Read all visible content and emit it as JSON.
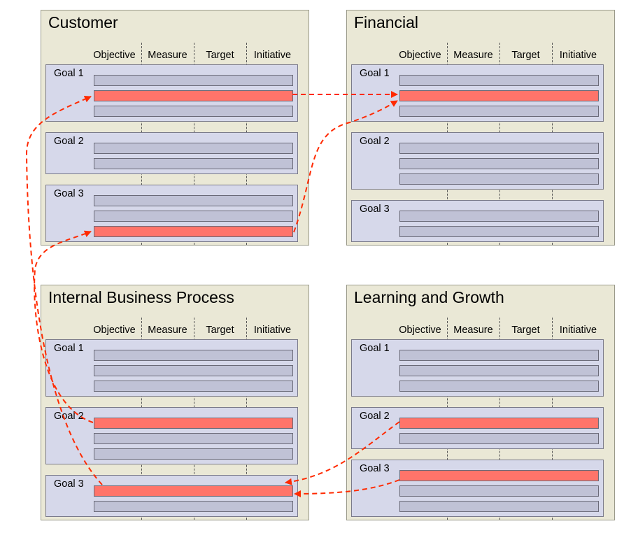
{
  "colors": {
    "panel": "#eae8d6",
    "goal": "#d6d8ea",
    "bar": "#c0c2d6",
    "highlight": "#ff746a",
    "arrow": "#ff2a00"
  },
  "columns": [
    "Objective",
    "Measure",
    "Target",
    "Initiative"
  ],
  "panels": [
    {
      "title": "Customer",
      "goals": [
        {
          "label": "Goal 1",
          "bars": [
            false,
            true,
            false
          ]
        },
        {
          "label": "Goal 2",
          "bars": [
            false,
            false
          ]
        },
        {
          "label": "Goal 3",
          "bars": [
            false,
            false,
            true
          ]
        }
      ]
    },
    {
      "title": "Financial",
      "goals": [
        {
          "label": "Goal 1",
          "bars": [
            false,
            true,
            false
          ]
        },
        {
          "label": "Goal 2",
          "bars": [
            false,
            false,
            false
          ]
        },
        {
          "label": "Goal 3",
          "bars": [
            false,
            false
          ]
        }
      ]
    },
    {
      "title": "Internal Business Process",
      "goals": [
        {
          "label": "Goal 1",
          "bars": [
            false,
            false,
            false
          ]
        },
        {
          "label": "Goal 2",
          "bars": [
            true,
            false,
            false
          ]
        },
        {
          "label": "Goal 3",
          "bars": [
            true,
            false
          ]
        }
      ]
    },
    {
      "title": "Learning and Growth",
      "goals": [
        {
          "label": "Goal 1",
          "bars": [
            false,
            false,
            false
          ]
        },
        {
          "label": "Goal 2",
          "bars": [
            true,
            false
          ]
        },
        {
          "label": "Goal 3",
          "bars": [
            true,
            false,
            false
          ]
        }
      ]
    }
  ]
}
